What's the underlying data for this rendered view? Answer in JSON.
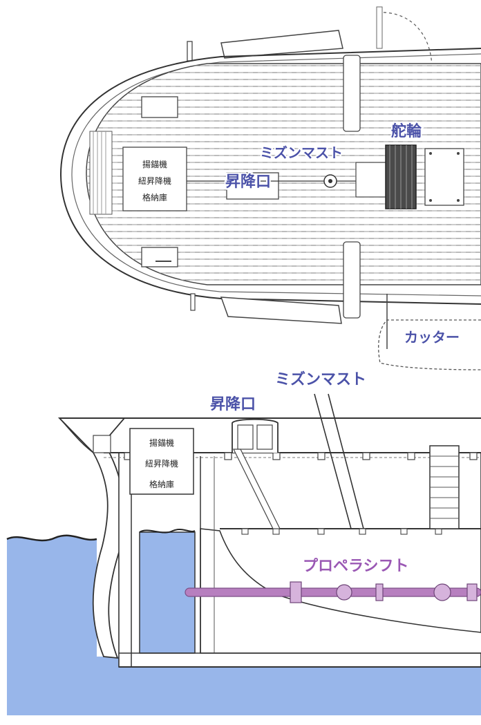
{
  "labels": {
    "top_helm": "舵輪",
    "top_mizzen": "ミズンマスト",
    "top_hatch": "昇降口",
    "top_cutter": "カッター",
    "side_mizzen": "ミズンマスト",
    "side_hatch": "昇降口",
    "side_propeller": "プロペラシフト"
  },
  "boxes": {
    "top_box": [
      "揚錨機",
      "紐昇降機",
      "格納庫"
    ],
    "side_box": [
      "揚錨機",
      "紐昇降機",
      "格納庫"
    ]
  },
  "colors": {
    "label_blue": "#4b52a8",
    "label_purple": "#9a58b4",
    "water": "#98b6ea",
    "shaft": "#b77fbf",
    "helm": "#4a4a4a",
    "line": "#444444"
  }
}
